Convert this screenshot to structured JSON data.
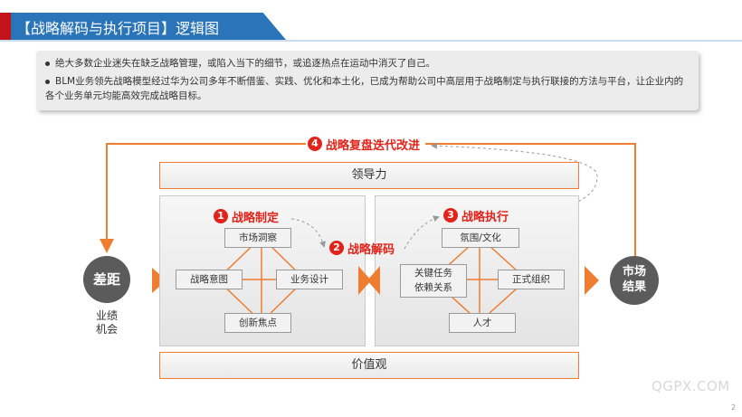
{
  "header": {
    "title": "【战略解码与执行项目】逻辑图"
  },
  "bullets": [
    "绝大多数企业迷失在缺乏战略管理，或陷入当下的细节，或追逐热点在运动中消灭了自己。",
    "BLM业务领先战略模型经过华为公司多年不断借鉴、实践、优化和本土化，已成为帮助公司中高层用于战略制定与执行联接的方法与平台，让企业内的各个业务单元均能高效完成战略目标。"
  ],
  "diagram": {
    "leadership": "领导力",
    "values": "价值观",
    "gap": "差距",
    "gap_sub": [
      "业绩",
      "机会"
    ],
    "result": [
      "市场",
      "结果"
    ],
    "steps": [
      {
        "num": "1",
        "label": "战略制定"
      },
      {
        "num": "2",
        "label": "战略解码"
      },
      {
        "num": "3",
        "label": "战略执行"
      },
      {
        "num": "4",
        "label": "战略复盘迭代改进"
      }
    ],
    "left_nodes": {
      "top": "市场洞察",
      "left": "战略意图",
      "right": "业务设计",
      "bottom": "创新焦点"
    },
    "right_nodes": {
      "top": "氛围/文化",
      "left": [
        "关键任务",
        "依赖关系"
      ],
      "right": "正式组织",
      "bottom": "人才"
    },
    "colors": {
      "accent": "#ef7d31",
      "red": "#e2231a",
      "blue": "#2a74b9",
      "dark": "#555555"
    }
  },
  "footer": {
    "watermark": "QGPX.COM",
    "page": "2"
  }
}
